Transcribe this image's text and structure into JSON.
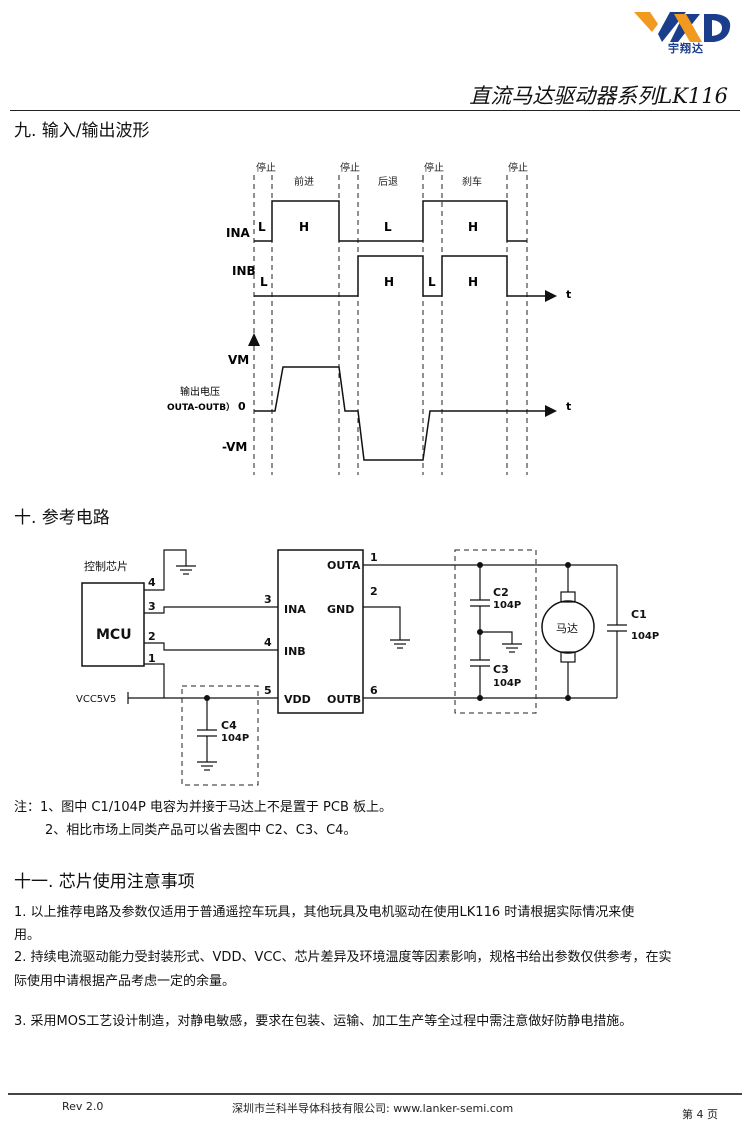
{
  "header": {
    "brand": "宇翔达",
    "logo_letters": "YXD",
    "doc_title": "直流马达驱动器系列LK116"
  },
  "section9": {
    "heading": "九. 输入/输出波形",
    "phases": [
      "停止",
      "前进",
      "停止",
      "后退",
      "停止",
      "刹车",
      "停止"
    ],
    "ina_label": "INA",
    "inb_label": "INB",
    "ina_levels": [
      "L",
      "H",
      "L",
      "H"
    ],
    "inb_levels": [
      "L",
      "H",
      "L",
      "H"
    ],
    "time_label": "t",
    "vm_label": "VM",
    "zero_label": "0",
    "neg_vm_label": "-VM",
    "output_label_1": "输出电压",
    "output_label_2": "OUTA-OUTB）"
  },
  "section10": {
    "heading": "十. 参考电路",
    "mcu_caption": "控制芯片",
    "mcu_label": "MCU",
    "mcu_pins": [
      "4",
      "3",
      "2",
      "1"
    ],
    "vcc_label": "VCC5V5",
    "chip_pins_left": [
      {
        "num": "3",
        "name": "INA"
      },
      {
        "num": "4",
        "name": "INB"
      },
      {
        "num": "5",
        "name": "VDD"
      }
    ],
    "chip_pins_right": [
      {
        "num": "1",
        "name": "OUTA"
      },
      {
        "num": "2",
        "name": "GND"
      },
      {
        "num": "6",
        "name": "OUTB"
      }
    ],
    "c2": {
      "name": "C2",
      "value": "104P"
    },
    "c3": {
      "name": "C3",
      "value": "104P"
    },
    "c4": {
      "name": "C4",
      "value": "104P"
    },
    "c1": {
      "name": "C1",
      "value": "104P"
    },
    "motor_label": "马达",
    "note_line_1": "注：1、图中  C1/104P 电容为并接于马达上不是置于  PCB 板上。",
    "note_line_2": "2、相比市场上同类产品可以省去图中  C2、C3、C4。"
  },
  "section11": {
    "heading": "十一. 芯片使用注意事项",
    "item1_line1": "1. 以上推荐电路及参数仅适用于普通遥控车玩具，其他玩具及电机驱动在使用LK116     时请根据实际情况来使",
    "item1_line2": "用。",
    "item2_line1": "2. 持续电流驱动能力受封装形式、VDD、VCC、芯片差异及环境温度等因素影响，规格书给出参数仅供参考，在实",
    "item2_line2": "际使用中请根据产品考虑一定的余量。",
    "item3": "3. 采用MOS工艺设计制造，对静电敏感，要求在包装、运输、加工生产等全过程中需注意做好防静电措施。"
  },
  "footer": {
    "rev": "Rev 2.0",
    "company": "深圳市兰科半导体科技有限公司: www.lanker-semi.com",
    "page": "第 4 页"
  },
  "colors": {
    "logo_blue": "#1a3d8c",
    "logo_orange": "#f29a1f",
    "line": "#111111"
  }
}
